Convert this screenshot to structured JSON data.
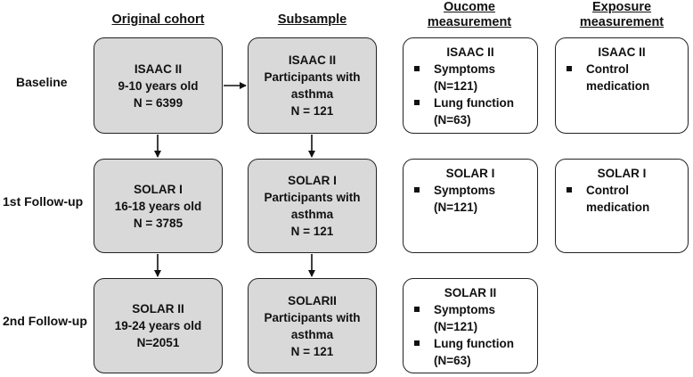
{
  "headers": {
    "original": "Original cohort",
    "subsample": "Subsample",
    "outcome": [
      "Oucome",
      "measurement"
    ],
    "exposure": [
      "Exposure",
      "measurement"
    ]
  },
  "rows": [
    "Baseline",
    "1st Follow-up",
    "2nd Follow-up"
  ],
  "original_cohort": [
    [
      "ISAAC II",
      "9-10 years old",
      "N = 6399"
    ],
    [
      "SOLAR I",
      "16-18 years old",
      "N = 3785"
    ],
    [
      "SOLAR II",
      "19-24 years old",
      "N=2051"
    ]
  ],
  "subsample": [
    [
      "ISAAC II",
      "Participants with",
      "asthma",
      "N = 121"
    ],
    [
      "SOLAR I",
      "Participants with",
      "asthma",
      "N = 121"
    ],
    [
      "SOLARII",
      "Participants with",
      "asthma",
      "N = 121"
    ]
  ],
  "outcome": [
    {
      "title": "ISAAC II",
      "items": [
        [
          "Symptoms",
          "(N=121)"
        ],
        [
          "Lung function",
          "(N=63)"
        ]
      ]
    },
    {
      "title": "SOLAR I",
      "items": [
        [
          "Symptoms",
          "(N=121)"
        ]
      ]
    },
    {
      "title": "SOLAR II",
      "items": [
        [
          "Symptoms",
          "(N=121)"
        ],
        [
          "Lung function",
          "(N=63)"
        ]
      ]
    }
  ],
  "exposure": [
    {
      "title": "ISAAC II",
      "items": [
        [
          "Control",
          "medication"
        ]
      ]
    },
    {
      "title": "SOLAR I",
      "items": [
        [
          "Control",
          "medication"
        ]
      ]
    }
  ]
}
